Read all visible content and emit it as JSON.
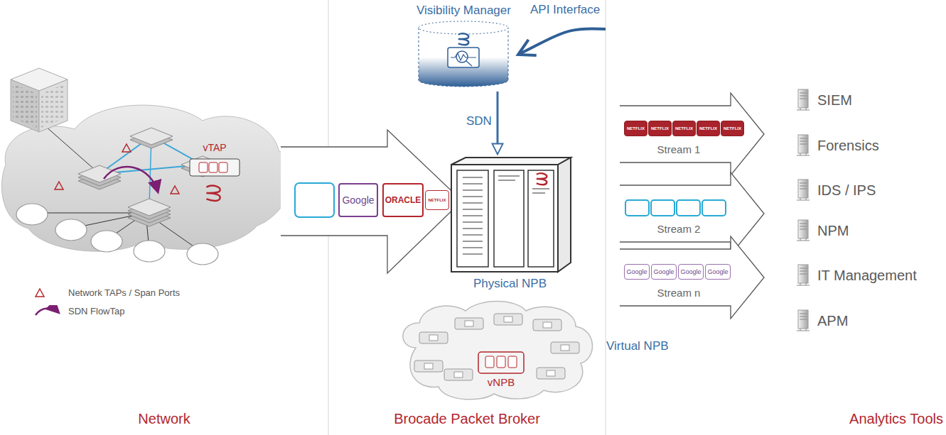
{
  "diagram": {
    "nodes": [
      {
        "text": [
          "Network"
        ]
      },
      {
        "text": [
          "vTAP"
        ],
        "in": 0
      },
      {
        "text": [
          "Brocade Packet Broker"
        ]
      },
      {
        "text": [
          "Visibility Manager"
        ],
        "in": 2
      },
      {
        "text": [
          "Physical NPB"
        ],
        "in": 2
      },
      {
        "text": [
          "vNPB",
          "Virtual NPB"
        ],
        "in": 2
      },
      {
        "text": [
          "Stream 1"
        ],
        "in": 2
      },
      {
        "text": [
          "Stream 2"
        ],
        "in": 2
      },
      {
        "text": [
          "Stream n"
        ],
        "in": 2
      },
      {
        "text": [
          "Analytics Tools"
        ]
      },
      {
        "text": [
          "SIEM"
        ],
        "in": 9
      },
      {
        "text": [
          "Forensics"
        ],
        "in": 9
      },
      {
        "text": [
          "IDS / IPS"
        ],
        "in": 9
      },
      {
        "text": [
          "NPM"
        ],
        "in": 9
      },
      {
        "text": [
          "IT Management"
        ],
        "in": 9
      },
      {
        "text": [
          "APM"
        ],
        "in": 9
      }
    ],
    "edges": [
      {
        "from": 3,
        "to": 4,
        "label": "SDN",
        "arrow": "to"
      },
      {
        "from": 9,
        "to": 3,
        "label": "API Interface",
        "arrow": "to"
      }
    ],
    "labels": [
      "Google",
      "ORACLE",
      "NETFLIX",
      "NETFLIX",
      "NETFLIX",
      "NETFLIX",
      "NETFLIX",
      "NETFLIX",
      "Google",
      "Google",
      "Google",
      "Google"
    ],
    "legend": [
      {
        "text": "Network TAPs / Span Ports"
      },
      {
        "text": "SDN FlowTap"
      }
    ]
  }
}
